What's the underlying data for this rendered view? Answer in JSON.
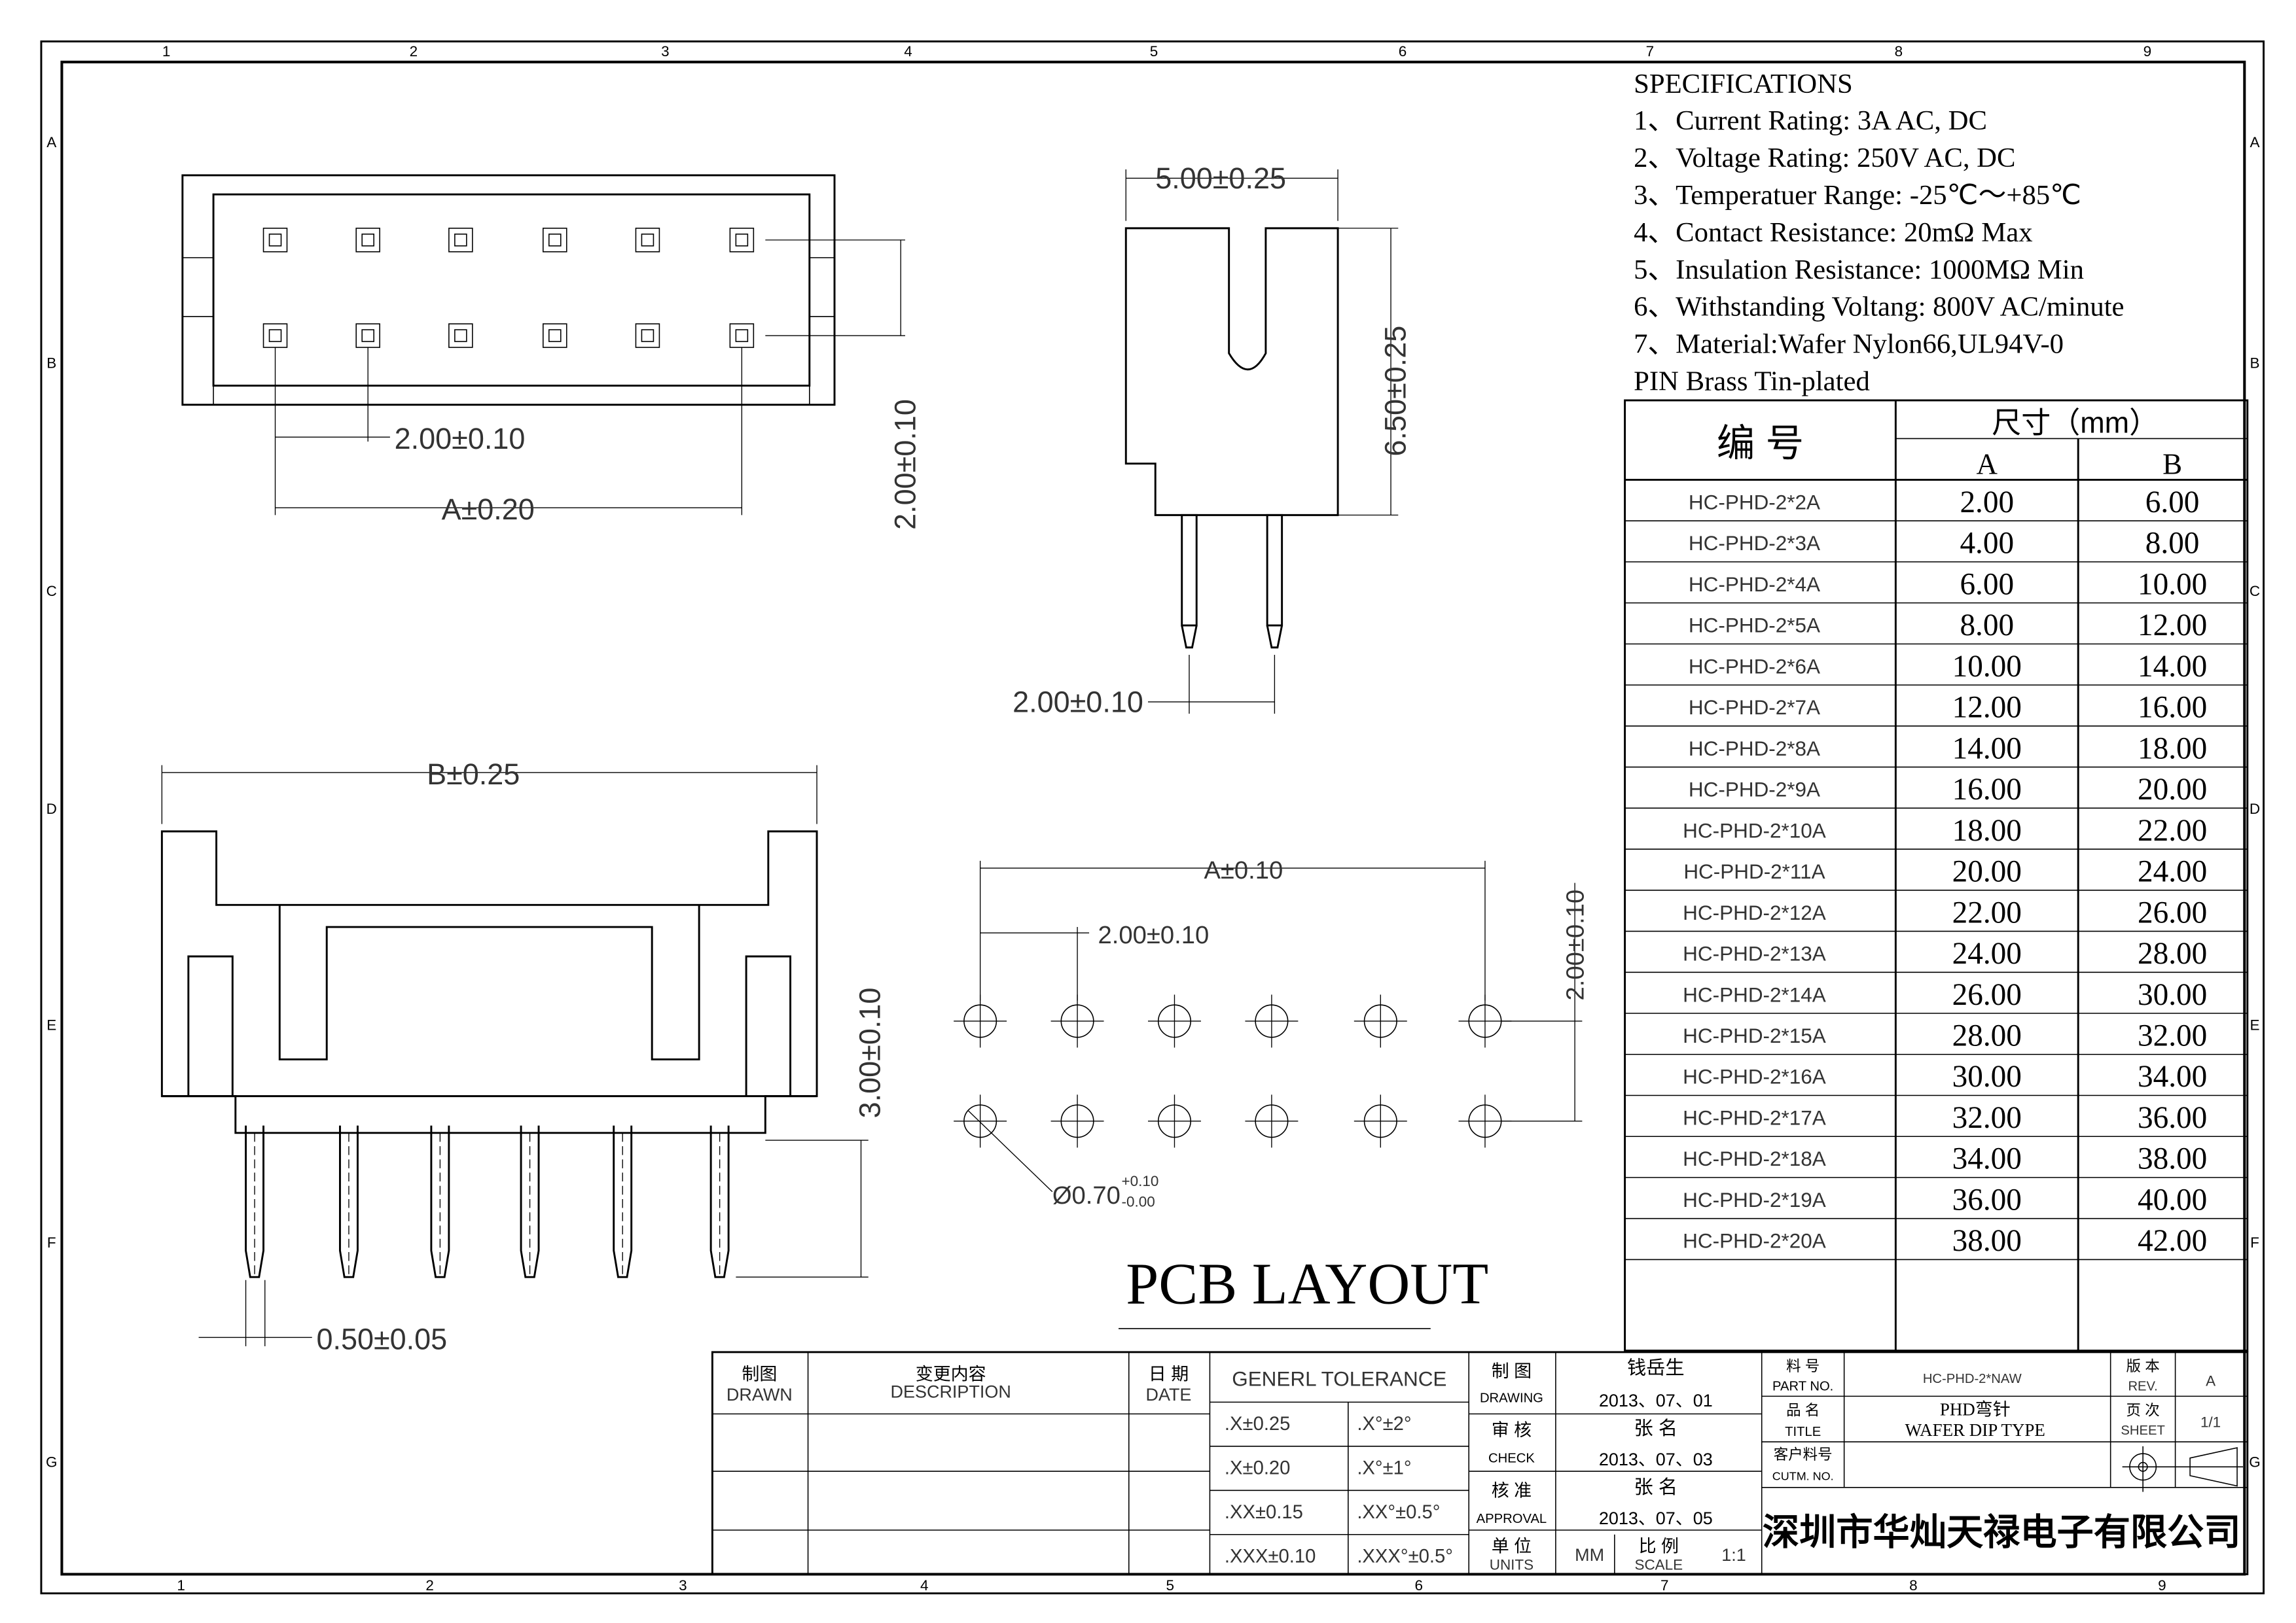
{
  "frame": {
    "columns_top": [
      "1",
      "2",
      "3",
      "4",
      "5",
      "6",
      "7",
      "8",
      "9"
    ],
    "columns_bottom": [
      "1",
      "2",
      "3",
      "4",
      "5",
      "6",
      "7",
      "8",
      "9"
    ],
    "rows": [
      "A",
      "B",
      "C",
      "D",
      "E",
      "F",
      "G"
    ]
  },
  "specifications": {
    "title": "SPECIFICATIONS",
    "lines": [
      "1、Current Rating: 3A AC, DC",
      "2、Voltage Rating: 250V AC, DC",
      "3、Temperatuer Range: -25℃～+85℃",
      "4、Contact Resistance: 20mΩ Max",
      "5、Insulation Resistance: 1000MΩ Min",
      "6、Withstanding Voltang: 800V AC/minute",
      "7、Material:Wafer Nylon66,UL94V-0",
      "   PIN Brass Tin-plated"
    ]
  },
  "size_table": {
    "header_part": "编 号",
    "header_size": "尺寸（mm）",
    "col_a": "A",
    "col_b": "B",
    "rows": [
      [
        "HC-PHD-2*2A",
        "2.00",
        "6.00"
      ],
      [
        "HC-PHD-2*3A",
        "4.00",
        "8.00"
      ],
      [
        "HC-PHD-2*4A",
        "6.00",
        "10.00"
      ],
      [
        "HC-PHD-2*5A",
        "8.00",
        "12.00"
      ],
      [
        "HC-PHD-2*6A",
        "10.00",
        "14.00"
      ],
      [
        "HC-PHD-2*7A",
        "12.00",
        "16.00"
      ],
      [
        "HC-PHD-2*8A",
        "14.00",
        "18.00"
      ],
      [
        "HC-PHD-2*9A",
        "16.00",
        "20.00"
      ],
      [
        "HC-PHD-2*10A",
        "18.00",
        "22.00"
      ],
      [
        "HC-PHD-2*11A",
        "20.00",
        "24.00"
      ],
      [
        "HC-PHD-2*12A",
        "22.00",
        "26.00"
      ],
      [
        "HC-PHD-2*13A",
        "24.00",
        "28.00"
      ],
      [
        "HC-PHD-2*14A",
        "26.00",
        "30.00"
      ],
      [
        "HC-PHD-2*15A",
        "28.00",
        "32.00"
      ],
      [
        "HC-PHD-2*16A",
        "30.00",
        "34.00"
      ],
      [
        "HC-PHD-2*17A",
        "32.00",
        "36.00"
      ],
      [
        "HC-PHD-2*18A",
        "34.00",
        "38.00"
      ],
      [
        "HC-PHD-2*19A",
        "36.00",
        "40.00"
      ],
      [
        "HC-PHD-2*20A",
        "38.00",
        "42.00"
      ]
    ]
  },
  "dimensions": {
    "top_pitch": "2.00±0.10",
    "top_a": "A±0.20",
    "top_row": "2.00±0.10",
    "side_width": "5.00±0.25",
    "side_height": "6.50±0.25",
    "side_pitch": "2.00±0.10",
    "front_b": "B±0.25",
    "front_pin_len": "3.00±0.10",
    "front_pin_w": "0.50±0.05",
    "pcb_a": "A±0.10",
    "pcb_pitch": "2.00±0.10",
    "pcb_row": "2.00±0.10",
    "pcb_hole": "Ø0.70",
    "pcb_hole_tol_plus": "+0.10",
    "pcb_hole_tol_minus": "-0.00",
    "pcb_title": "PCB LAYOUT"
  },
  "title_block": {
    "drawn_cn": "制图",
    "drawn_en": "DRAWN",
    "desc_cn": "变更内容",
    "desc_en": "DESCRIPTION",
    "date_cn": "日 期",
    "date_en": "DATE",
    "tolerance_title": "GENERL TOLERANCE",
    "tolerances": [
      [
        ".X±0.25",
        ".X°±2°"
      ],
      [
        ".X±0.20",
        ".X°±1°"
      ],
      [
        ".XX±0.15",
        ".XX°±0.5°"
      ],
      [
        ".XXX±0.10",
        ".XXX°±0.5°"
      ]
    ],
    "drawing_cn": "制 图",
    "drawing_en": "DRAWING",
    "drawing_name": "钱岳生",
    "drawing_date": "2013、07、01",
    "check_cn": "审 核",
    "check_en": "CHECK",
    "check_name": "张 名",
    "check_date": "2013、07、03",
    "approval_cn": "核 准",
    "approval_en": "APPROVAL",
    "approval_name": "张 名",
    "approval_date": "2013、07、05",
    "units_cn": "单 位",
    "units_en": "UNITS",
    "units_value": "MM",
    "scale_cn": "比 例",
    "scale_en": "SCALE",
    "scale_value": "1:1",
    "part_cn": "料 号",
    "part_en": "PART NO.",
    "part_value": "HC-PHD-2*NAW",
    "rev_cn": "版 本",
    "rev_en": "REV.",
    "rev_value": "A",
    "title_cn": "品 名",
    "title_en": "TITLE",
    "title_value_1": "PHD弯针",
    "title_value_2": "WAFER DIP TYPE",
    "sheet_cn": "页 次",
    "sheet_en": "SHEET",
    "sheet_value": "1/1",
    "cust_cn": "客户料号",
    "cust_en": "CUTM. NO.",
    "company": "深圳市华灿天禄电子有限公司"
  }
}
